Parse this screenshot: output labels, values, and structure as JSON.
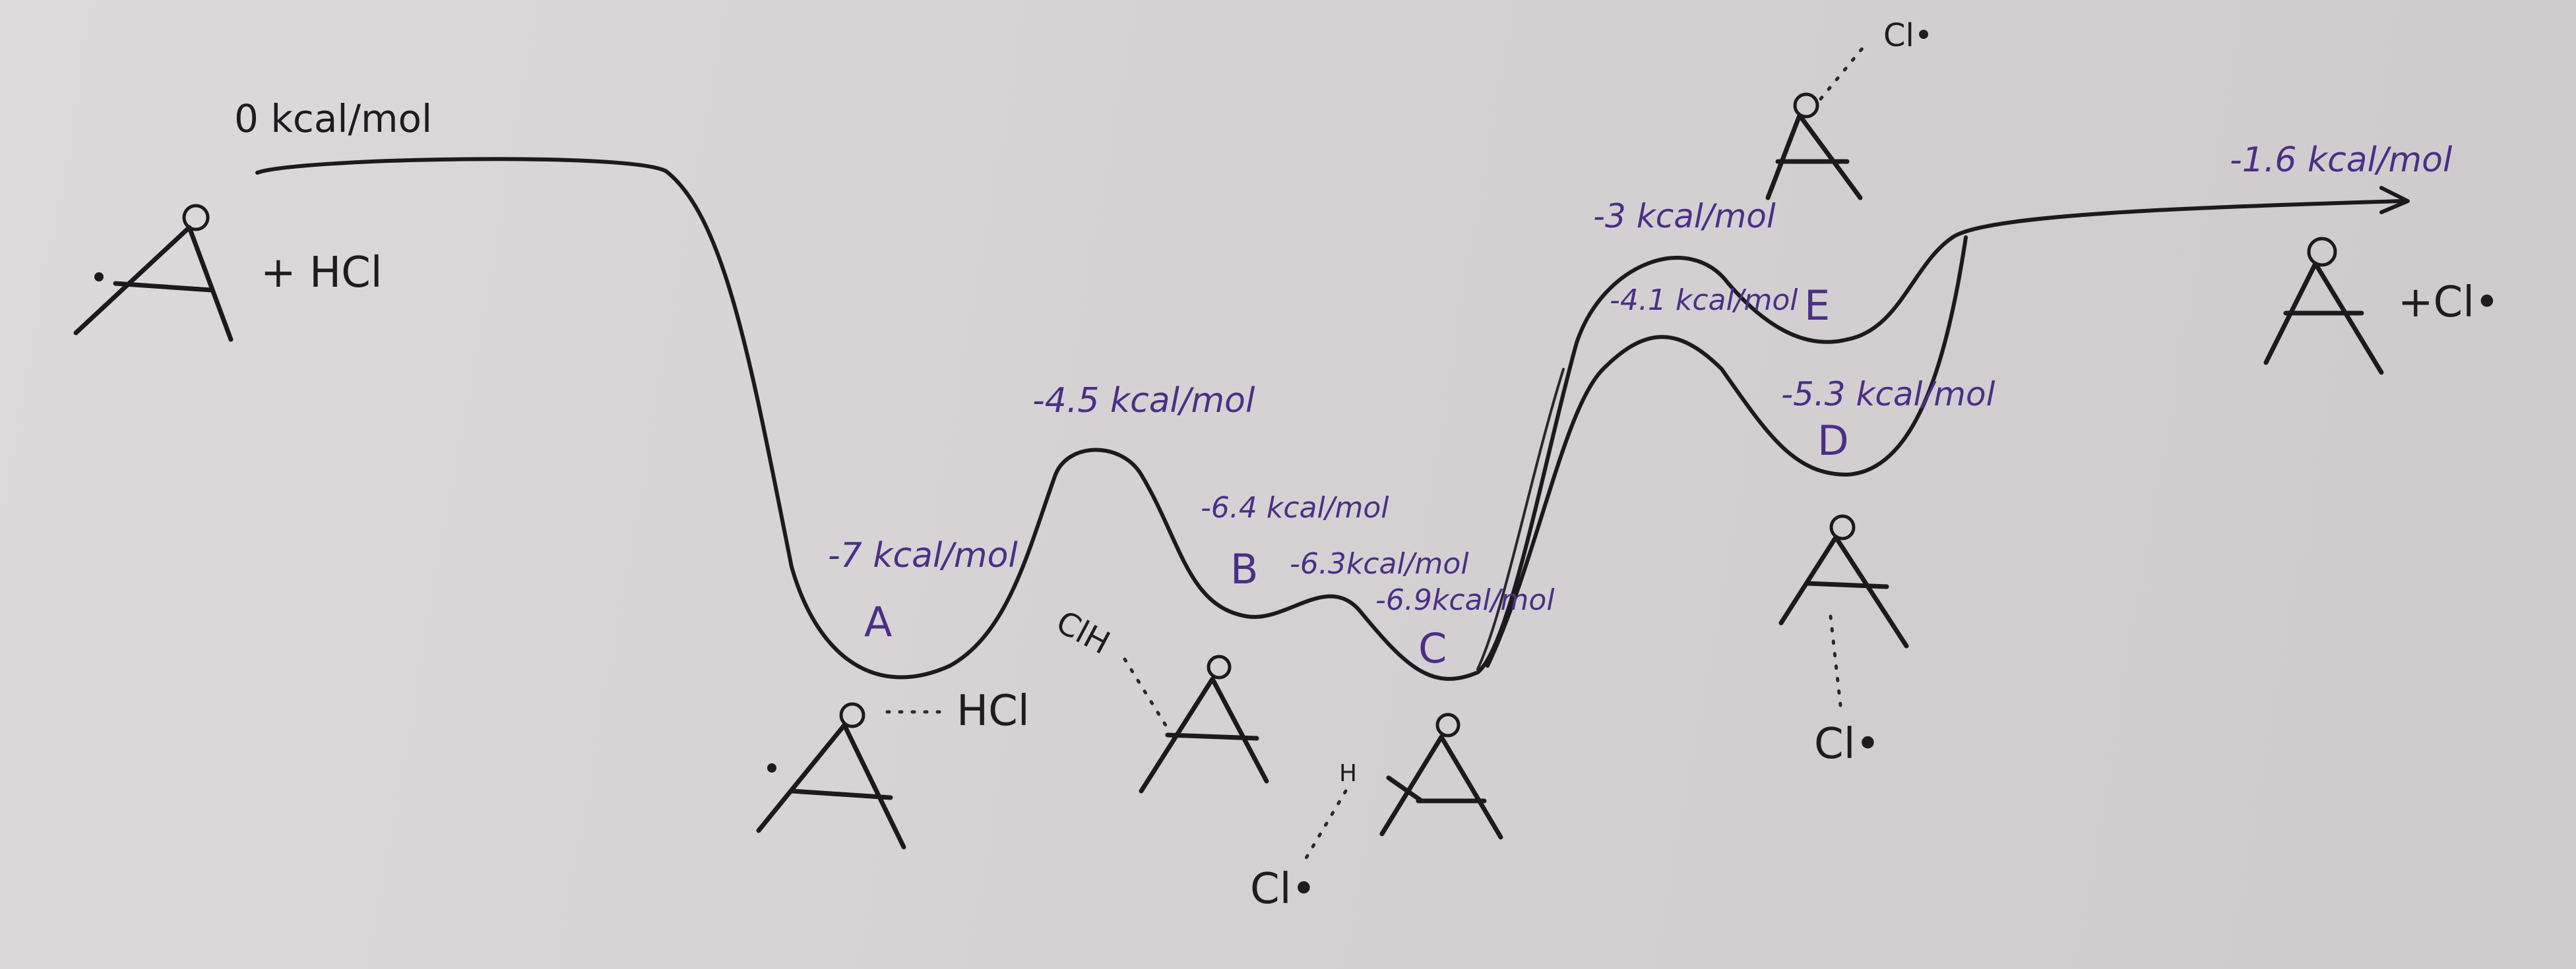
{
  "colors": {
    "ink_black": "#1c1a1d",
    "ink_purple": "#4b2f86",
    "board": "#d8d4d6"
  },
  "energies": {
    "start": "0 kcal/mol",
    "A": "-7 kcal/mol",
    "ts_AB": "-4.5 kcal/mol",
    "ts_BC_left": "-6.4 kcal/mol",
    "B": "-6.3kcal/mol",
    "C": "-6.9kcal/mol",
    "ts_E": "-3 kcal/mol",
    "ts_D": "-4.1 kcal/mol",
    "D": "-5.3 kcal/mol",
    "end": "-1.6 kcal/mol"
  },
  "states": {
    "A": "A",
    "B": "B",
    "C": "C",
    "D": "D",
    "E": "E"
  },
  "chem": {
    "reactant_partner": "+ HCl",
    "A_partner": "HCl",
    "B_partner": "ClH",
    "C_H": "H",
    "C_partner": "Cl•",
    "D_partner": "Cl•",
    "E_partner": "Cl•",
    "product_partner": "+Cl•",
    "radical_dot": "•",
    "oxygen": "O"
  }
}
